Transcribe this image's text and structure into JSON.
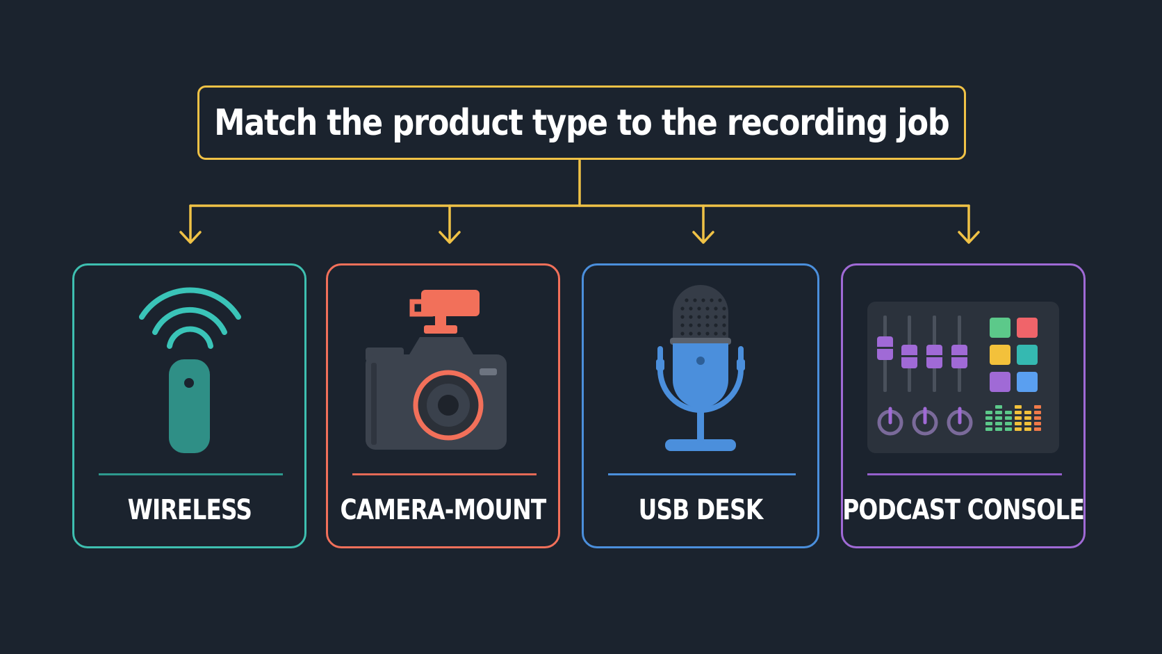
{
  "title": "Match the product type to the recording job",
  "colors": {
    "background": "#1b232e",
    "connector": "#f0c246"
  },
  "cards": [
    {
      "label": "WIRELESS",
      "icon": "wireless-transmitter-icon",
      "color": "#3ebfb0"
    },
    {
      "label": "CAMERA-MOUNT",
      "icon": "camera-with-mic-icon",
      "color": "#f2705a"
    },
    {
      "label": "USB DESK",
      "icon": "desk-microphone-icon",
      "color": "#4b8fdc"
    },
    {
      "label": "PODCAST CONSOLE",
      "icon": "mixing-console-icon",
      "color": "#a06ad6"
    }
  ]
}
